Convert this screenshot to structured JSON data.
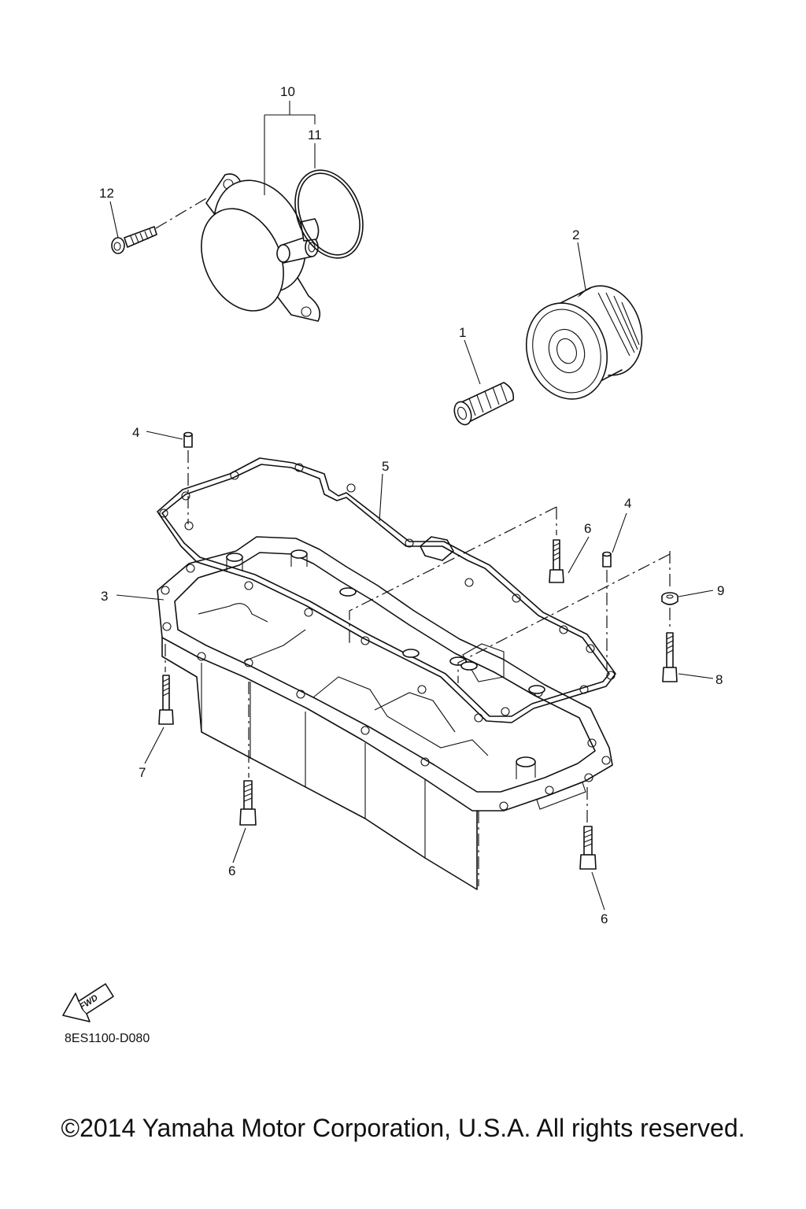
{
  "callouts": {
    "c1": "1",
    "c2": "2",
    "c3": "3",
    "c4a": "4",
    "c4b": "4",
    "c5": "5",
    "c6a": "6",
    "c6b": "6",
    "c6c": "6",
    "c7": "7",
    "c8": "8",
    "c9": "9",
    "c10": "10",
    "c11": "11",
    "c12": "12"
  },
  "fwd_label": "FWD",
  "diagram_code": "8ES1100-D080",
  "copyright": "©2014 Yamaha Motor Corporation, U.S.A. All rights reserved."
}
